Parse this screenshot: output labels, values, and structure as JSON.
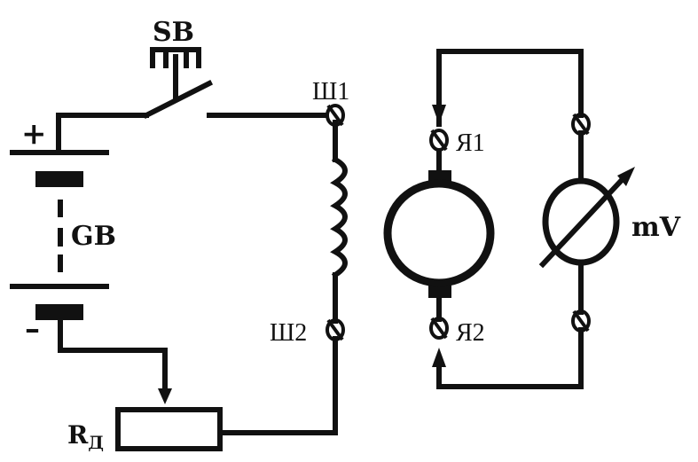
{
  "labels": {
    "switch": "SB",
    "battery": "GB",
    "plus": "+",
    "minus": "–",
    "field_top": "Ш1",
    "field_bottom": "Ш2",
    "armature_top": "Я1",
    "armature_bottom": "Я2",
    "voltmeter": "mV",
    "resistor_main": "R",
    "resistor_sub": "Д"
  }
}
